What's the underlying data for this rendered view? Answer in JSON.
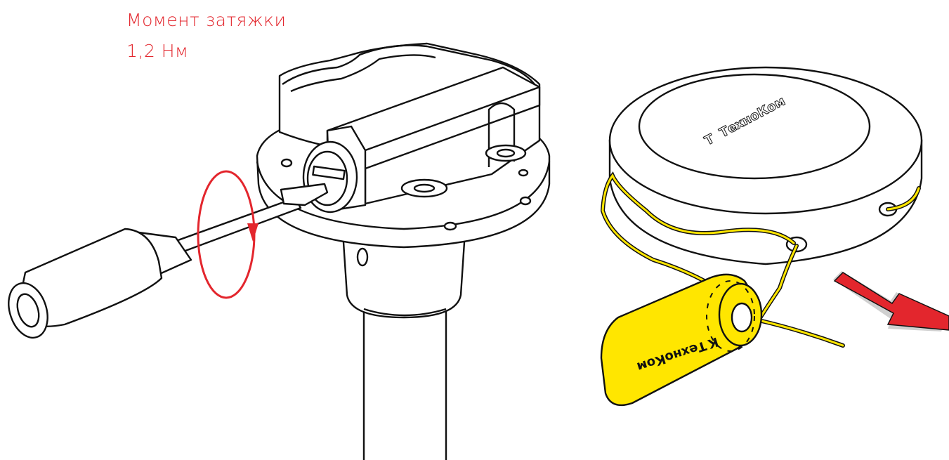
{
  "caption": {
    "line1": "Момент затяжки",
    "line2": "1,2 Нм"
  },
  "cover": {
    "logo_mark": "Т",
    "logo_text": "ТехноКом"
  },
  "seal": {
    "logo_mark": "К",
    "logo_text": "ТехноКом"
  },
  "colors": {
    "accent_red": "#e3262d",
    "seal_yellow": "#ffe600",
    "outline": "#111111"
  },
  "icons": {
    "rotation": "circular-arrow-icon",
    "direction": "pull-arrow-icon"
  }
}
